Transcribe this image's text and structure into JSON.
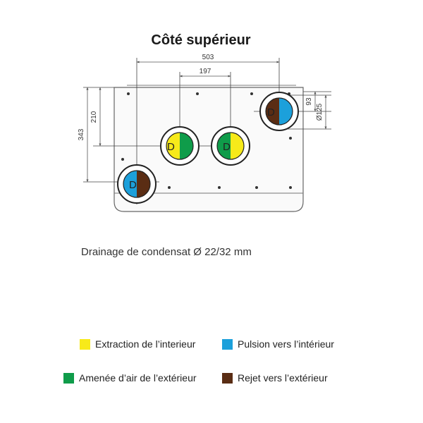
{
  "title": "Côté supérieur",
  "dimensions": {
    "width_total": "503",
    "width_center": "197",
    "height_left_outer": "343",
    "height_left_inner": "210",
    "height_right_small": "93",
    "diameter": "Ø125"
  },
  "duct_label": "D",
  "drain_text": "Drainage de condensat Ø 22/32 mm",
  "colors": {
    "yellow": "#f7ea1a",
    "blue": "#1ca0db",
    "green": "#0f9c4a",
    "brown": "#5a2d14",
    "line": "#555555"
  },
  "legend": [
    {
      "label": "Extraction de l’interieur",
      "color": "#f7ea1a"
    },
    {
      "label": "Pulsion vers l’intérieur",
      "color": "#1ca0db"
    },
    {
      "label": "Amenée d’air de l’extérieur",
      "color": "#0f9c4a"
    },
    {
      "label": "Rejet vers l’extérieur",
      "color": "#5a2d14"
    }
  ]
}
